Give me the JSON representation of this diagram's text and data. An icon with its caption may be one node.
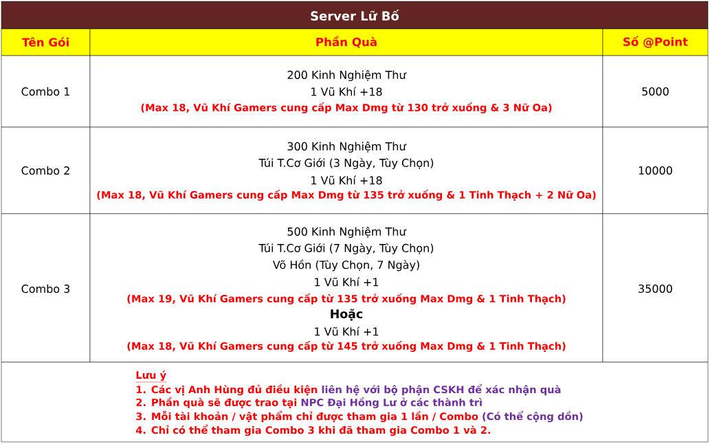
{
  "diagram": {
    "title": "Server Lữ Bố",
    "labels": [
      "Tên Gói",
      "Phần Quà",
      "Số @Point",
      "Combo 1",
      "200 Kinh Nghiệm Thư",
      "1 Vũ Khí +18",
      "(Max 18, Vũ Khí Gamers cung cấp Max Dmg từ 130 trở xuống & 3 Nữ Oa)",
      "5000",
      "Combo 2",
      "300 Kinh Nghiệm Thư",
      "Túi T.Cơ Giới (3 Ngày, Tùy Chọn)",
      "1 Vũ Khí +18",
      "(Max 18, Vũ Khí Gamers cung cấp Max Dmg từ 135 trở xuống & 1 Tinh Thạch + 2 Nữ Oa)",
      "10000",
      "Combo 3",
      "500 Kinh Nghiệm Thư",
      "Túi T.Cơ Giới (7 Ngày, Tùy Chọn)",
      "Võ Hồn (Tùy Chọn, 7 Ngày)",
      "1 Vũ Khí +1",
      "(Max 19, Vũ Khí Gamers cung cấp từ 135 trở xuống Max Dmg & 1 Tinh Thạch)",
      "Hoặc",
      "1 Vũ Khí +1",
      "(Max 18, Vũ Khí Gamers cung cấp từ 145 trở xuống Max Dmg & 1 Tinh Thạch)",
      "35000",
      "Lưu ý",
      "1. Các vị Anh Hùng đủ điều kiện",
      "liên hệ với bộ phận CSKH để xác nhận quà",
      "2. Phần quà sẽ được trao tại",
      "NPC Đại Hồng Lư ở các thành trì",
      "3. Mỗi tài khoản / vật phẩm chỉ được tham gia 1 lần / Combo",
      "(Có thể cộng dồn)",
      "4. Chỉ có thể tham gia Combo 3 khi đã tham gia Combo 1 và 2."
    ]
  }
}
